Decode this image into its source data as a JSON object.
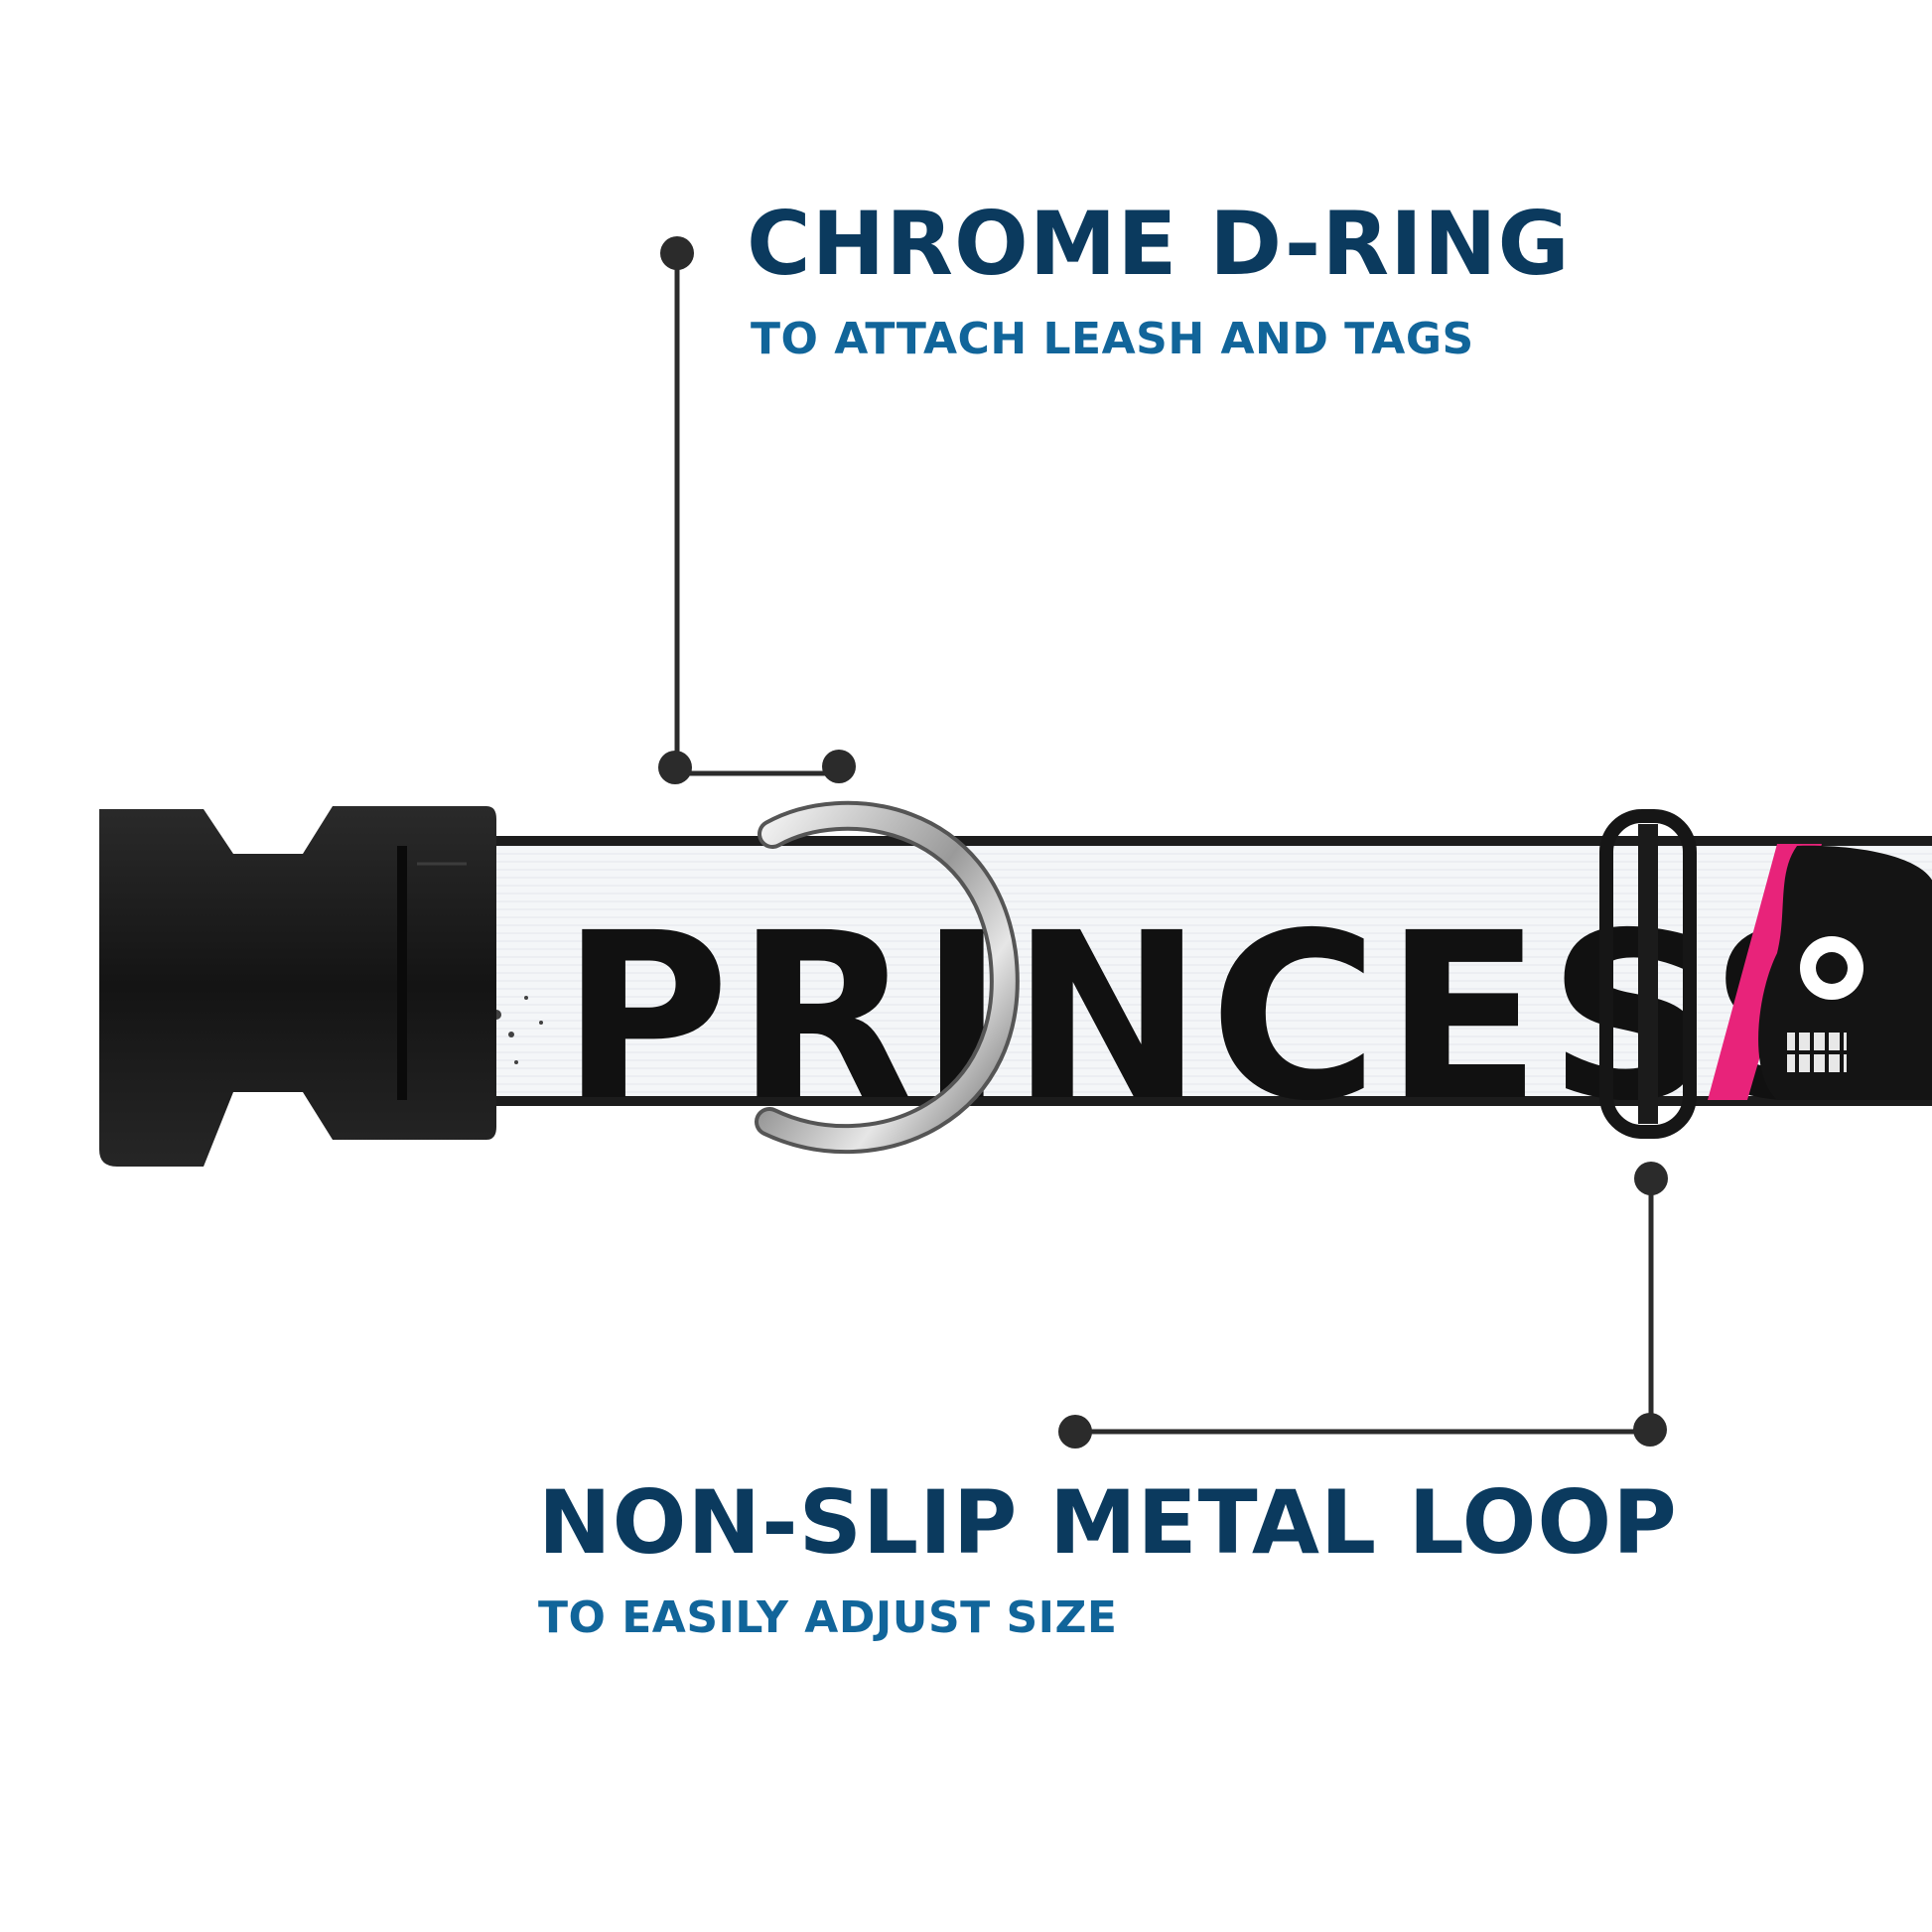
{
  "callouts": {
    "dring": {
      "title": "CHROME D-RING",
      "subtitle": "TO ATTACH LEASH AND TAGS"
    },
    "loop": {
      "title": "NON-SLIP METAL LOOP",
      "subtitle": "TO EASILY ADJUST SIZE"
    }
  },
  "collar": {
    "print_text": "PRINCESS"
  },
  "icons": {
    "buckle": "buckle-icon",
    "dring": "d-ring-icon",
    "loop": "slide-loop-icon",
    "skull": "skull-icon"
  },
  "colors": {
    "headline": "#0b3a5e",
    "subline": "#11659a",
    "leader_line": "#2b2b2b",
    "webbing": "#f4f6f8",
    "buckle": "#1a1a1a",
    "accent_pink": "#e8237a"
  }
}
